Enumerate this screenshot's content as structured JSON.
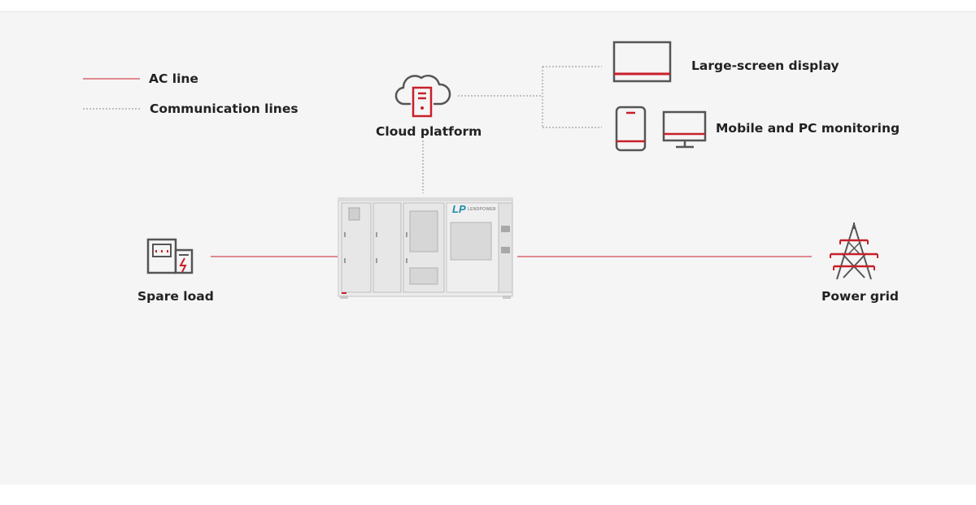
{
  "legend": {
    "ac_line": "AC line",
    "communication_lines": "Communication lines"
  },
  "nodes": {
    "cloud_platform": "Cloud platform",
    "large_screen": "Large-screen display",
    "mobile_pc": "Mobile and PC monitoring",
    "spare_load": "Spare load",
    "power_grid": "Power grid"
  },
  "cabinet": {
    "brand_mark": "LP",
    "brand_text": "LENDPOWER"
  },
  "colors": {
    "ac_line": "#c8202a",
    "comm_line": "#8a8a8a",
    "icon_gray": "#555555",
    "accent_red": "#c8202a",
    "background": "#f5f5f5"
  }
}
